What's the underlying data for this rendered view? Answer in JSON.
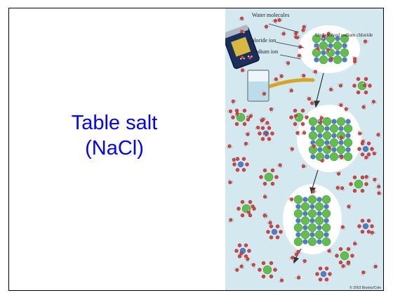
{
  "slide": {
    "title_line1": "Table salt",
    "title_line2": "(NaCl)"
  },
  "figure": {
    "labels": {
      "water_molecules": "Water molecules",
      "chloride_ion": "Chloride ion",
      "sodium_ion": "Sodium ion",
      "crystal": "Undissolved sodium chloride"
    },
    "credit": "© 2003 Brooks/Cole",
    "colors": {
      "background": "#d4e8f0",
      "sodium": "#4a7fd0",
      "chloride": "#5fbf4a",
      "oxygen": "#d94040",
      "hydrogen": "#f2f2f2",
      "title": "#0000ff"
    }
  }
}
